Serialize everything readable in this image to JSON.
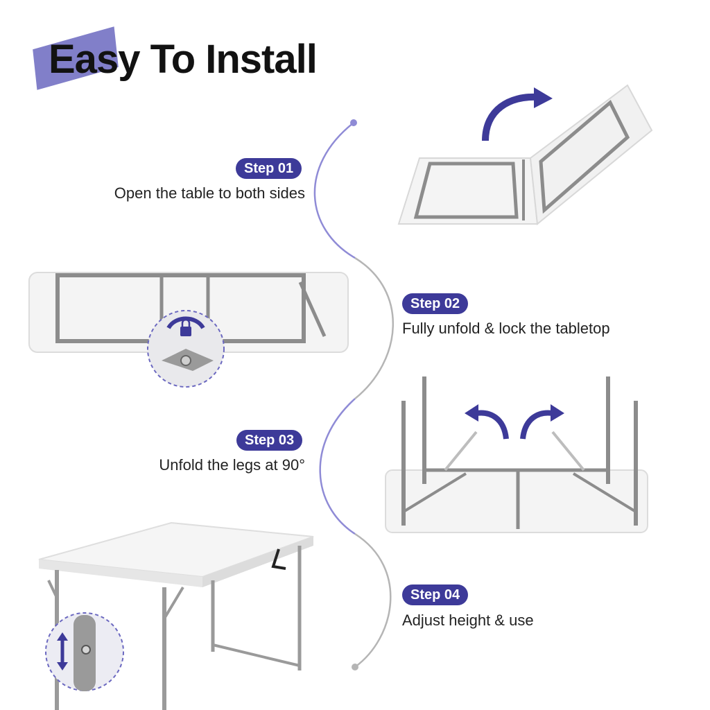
{
  "title": "Easy To Install",
  "colors": {
    "accent": "#3d3a99",
    "accent_light": "#6b68c0",
    "curve": "#8f8bd6",
    "curve_grey": "#b5b5b5",
    "frame": "#8c8c8c",
    "tabletop": "#f4f4f4"
  },
  "steps": [
    {
      "badge": "Step 01",
      "text": "Open the table to both sides"
    },
    {
      "badge": "Step 02",
      "text": "Fully unfold & lock the tabletop"
    },
    {
      "badge": "Step 03",
      "text": "Unfold the legs at 90°"
    },
    {
      "badge": "Step 04",
      "text": "Adjust height & use"
    }
  ],
  "icons": [
    "curved-arrow-icon",
    "lock-icon",
    "up-down-arrow-icon"
  ]
}
